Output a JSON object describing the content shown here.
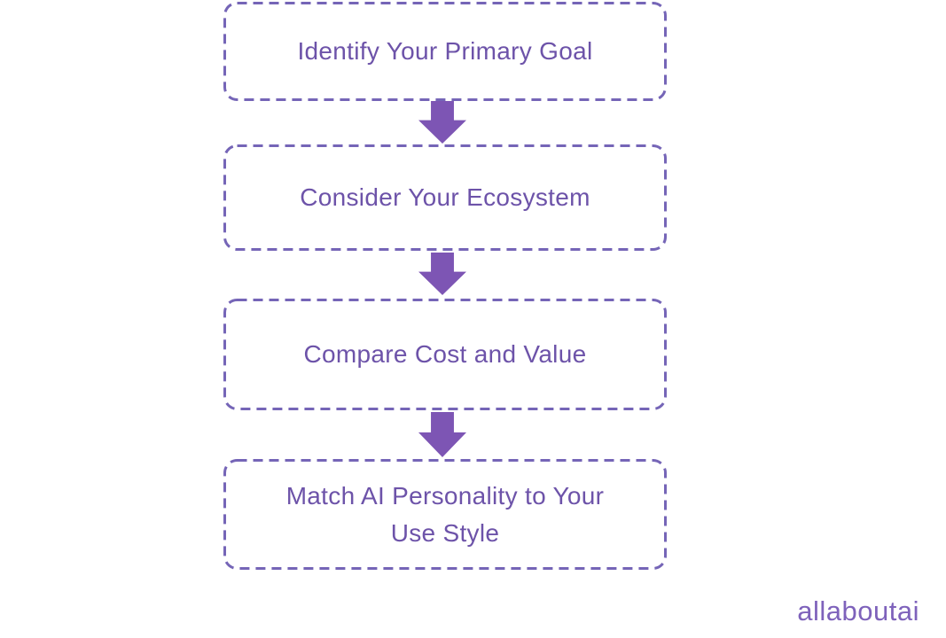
{
  "flowchart": {
    "steps": [
      {
        "label": "Identify Your Primary Goal"
      },
      {
        "label": "Consider Your Ecosystem"
      },
      {
        "label": "Compare Cost and Value"
      },
      {
        "label": "Match AI Personality to Your Use Style"
      }
    ]
  },
  "branding": {
    "logo_text": "allaboutai"
  },
  "colors": {
    "box_border": "#7565b7",
    "step_text": "#6d53a9",
    "arrow": "#7d55b4",
    "logo": "#7e62bb",
    "background": "#ffffff"
  }
}
